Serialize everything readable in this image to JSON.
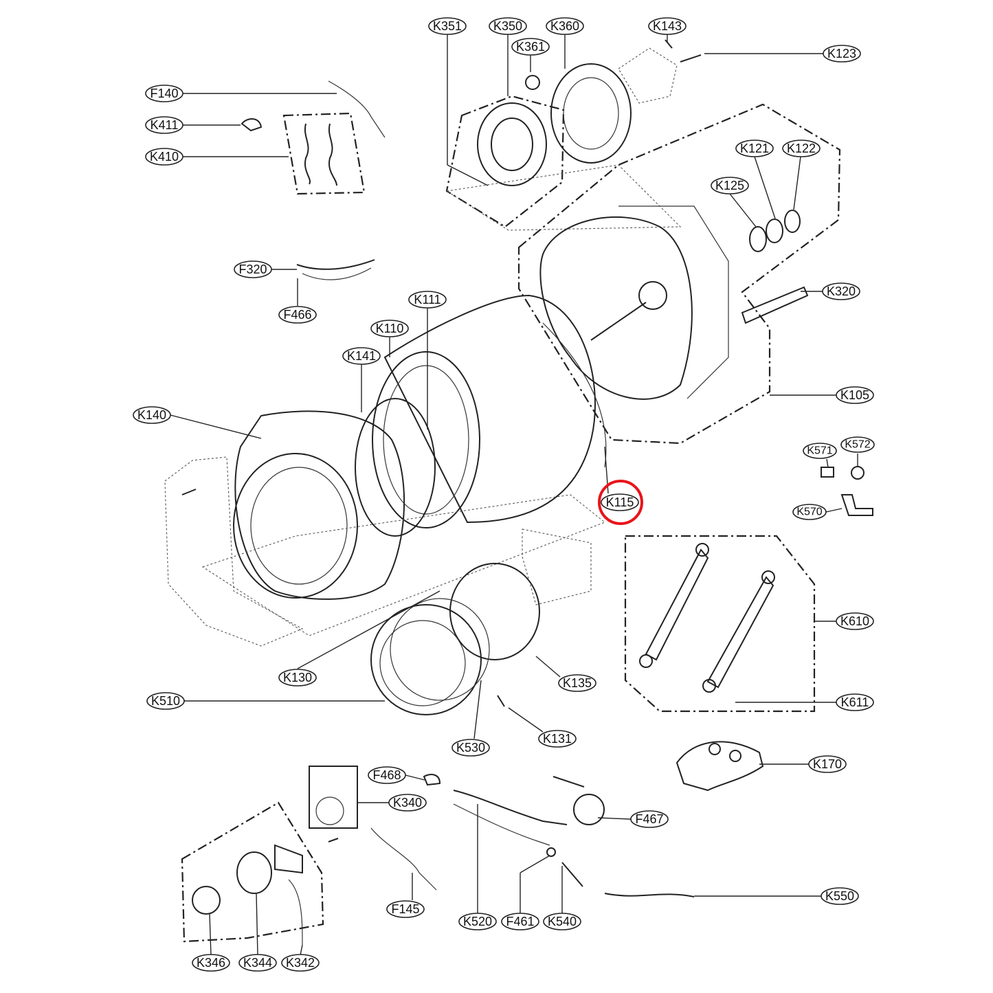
{
  "diagram": {
    "highlight_color": "#e8141a",
    "highlighted_part": "K115",
    "labels": [
      {
        "id": "K351",
        "text": "K351"
      },
      {
        "id": "K350",
        "text": "K350"
      },
      {
        "id": "K360",
        "text": "K360"
      },
      {
        "id": "K143",
        "text": "K143"
      },
      {
        "id": "K361",
        "text": "K361"
      },
      {
        "id": "K123",
        "text": "K123"
      },
      {
        "id": "F140",
        "text": "F140"
      },
      {
        "id": "K411",
        "text": "K411"
      },
      {
        "id": "K410",
        "text": "K410"
      },
      {
        "id": "K121",
        "text": "K121"
      },
      {
        "id": "K122",
        "text": "K122"
      },
      {
        "id": "K125",
        "text": "K125"
      },
      {
        "id": "F320",
        "text": "F320"
      },
      {
        "id": "F466",
        "text": "F466"
      },
      {
        "id": "K320",
        "text": "K320"
      },
      {
        "id": "K111",
        "text": "K111"
      },
      {
        "id": "K110",
        "text": "K110"
      },
      {
        "id": "K141",
        "text": "K141"
      },
      {
        "id": "K105",
        "text": "K105"
      },
      {
        "id": "K140",
        "text": "K140"
      },
      {
        "id": "K571",
        "text": "K571"
      },
      {
        "id": "K572",
        "text": "K572"
      },
      {
        "id": "K115",
        "text": "K115"
      },
      {
        "id": "K570",
        "text": "K570"
      },
      {
        "id": "K610",
        "text": "K610"
      },
      {
        "id": "K130",
        "text": "K130"
      },
      {
        "id": "K135",
        "text": "K135"
      },
      {
        "id": "K510",
        "text": "K510"
      },
      {
        "id": "K611",
        "text": "K611"
      },
      {
        "id": "K530",
        "text": "K530"
      },
      {
        "id": "K131",
        "text": "K131"
      },
      {
        "id": "K170",
        "text": "K170"
      },
      {
        "id": "F468",
        "text": "F468"
      },
      {
        "id": "K340",
        "text": "K340"
      },
      {
        "id": "F467",
        "text": "F467"
      },
      {
        "id": "K550",
        "text": "K550"
      },
      {
        "id": "F145",
        "text": "F145"
      },
      {
        "id": "K520",
        "text": "K520"
      },
      {
        "id": "F461",
        "text": "F461"
      },
      {
        "id": "K540",
        "text": "K540"
      },
      {
        "id": "K346",
        "text": "K346"
      },
      {
        "id": "K344",
        "text": "K344"
      },
      {
        "id": "K342",
        "text": "K342"
      }
    ]
  }
}
